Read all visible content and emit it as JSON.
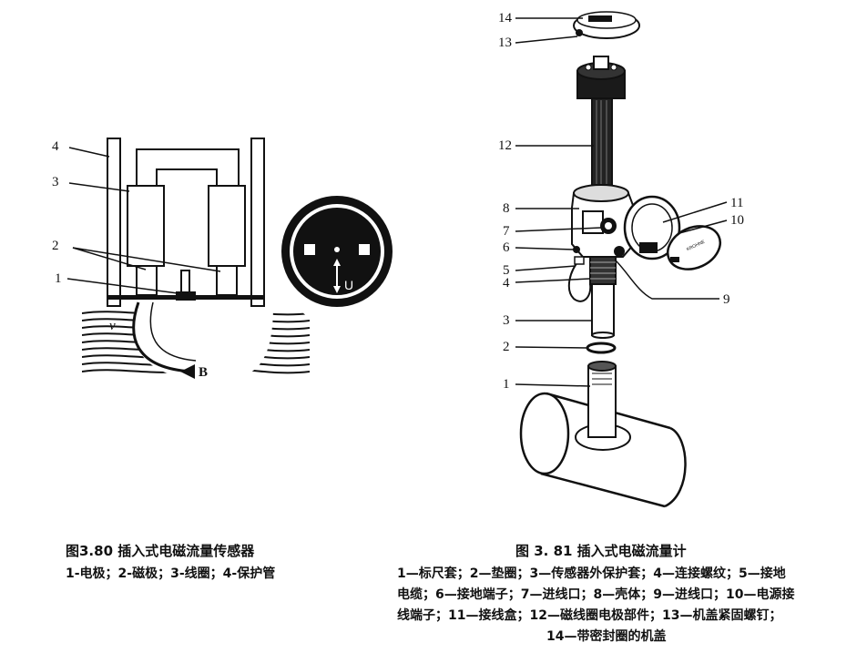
{
  "figure_left": {
    "caption_title": "图3.80   插入式电磁流量传感器",
    "caption_legend": "1-电极；2-磁极；3-线圈；4-保护管",
    "labels": [
      "1",
      "2",
      "3",
      "4"
    ],
    "flow_labels": {
      "v": "v",
      "b": "B",
      "u": "U"
    }
  },
  "figure_right": {
    "caption_title": "图 3. 81   插入式电磁流量计",
    "caption_lines": [
      "1—标尺套；2—垫圈；3—传感器外保护套；4—连接螺纹；5—接地",
      "电缆；6—接地端子；7—进线口；8—壳体；9—进线口；10—电源接",
      "线端子；11—接线盒；12—磁线圈电极部件；13—机盖紧固螺钉；",
      "14—带密封圈的机盖"
    ],
    "labels": [
      "1",
      "2",
      "3",
      "4",
      "5",
      "6",
      "7",
      "8",
      "9",
      "10",
      "11",
      "12",
      "13",
      "14"
    ],
    "cover_brand": "KROHNE"
  }
}
